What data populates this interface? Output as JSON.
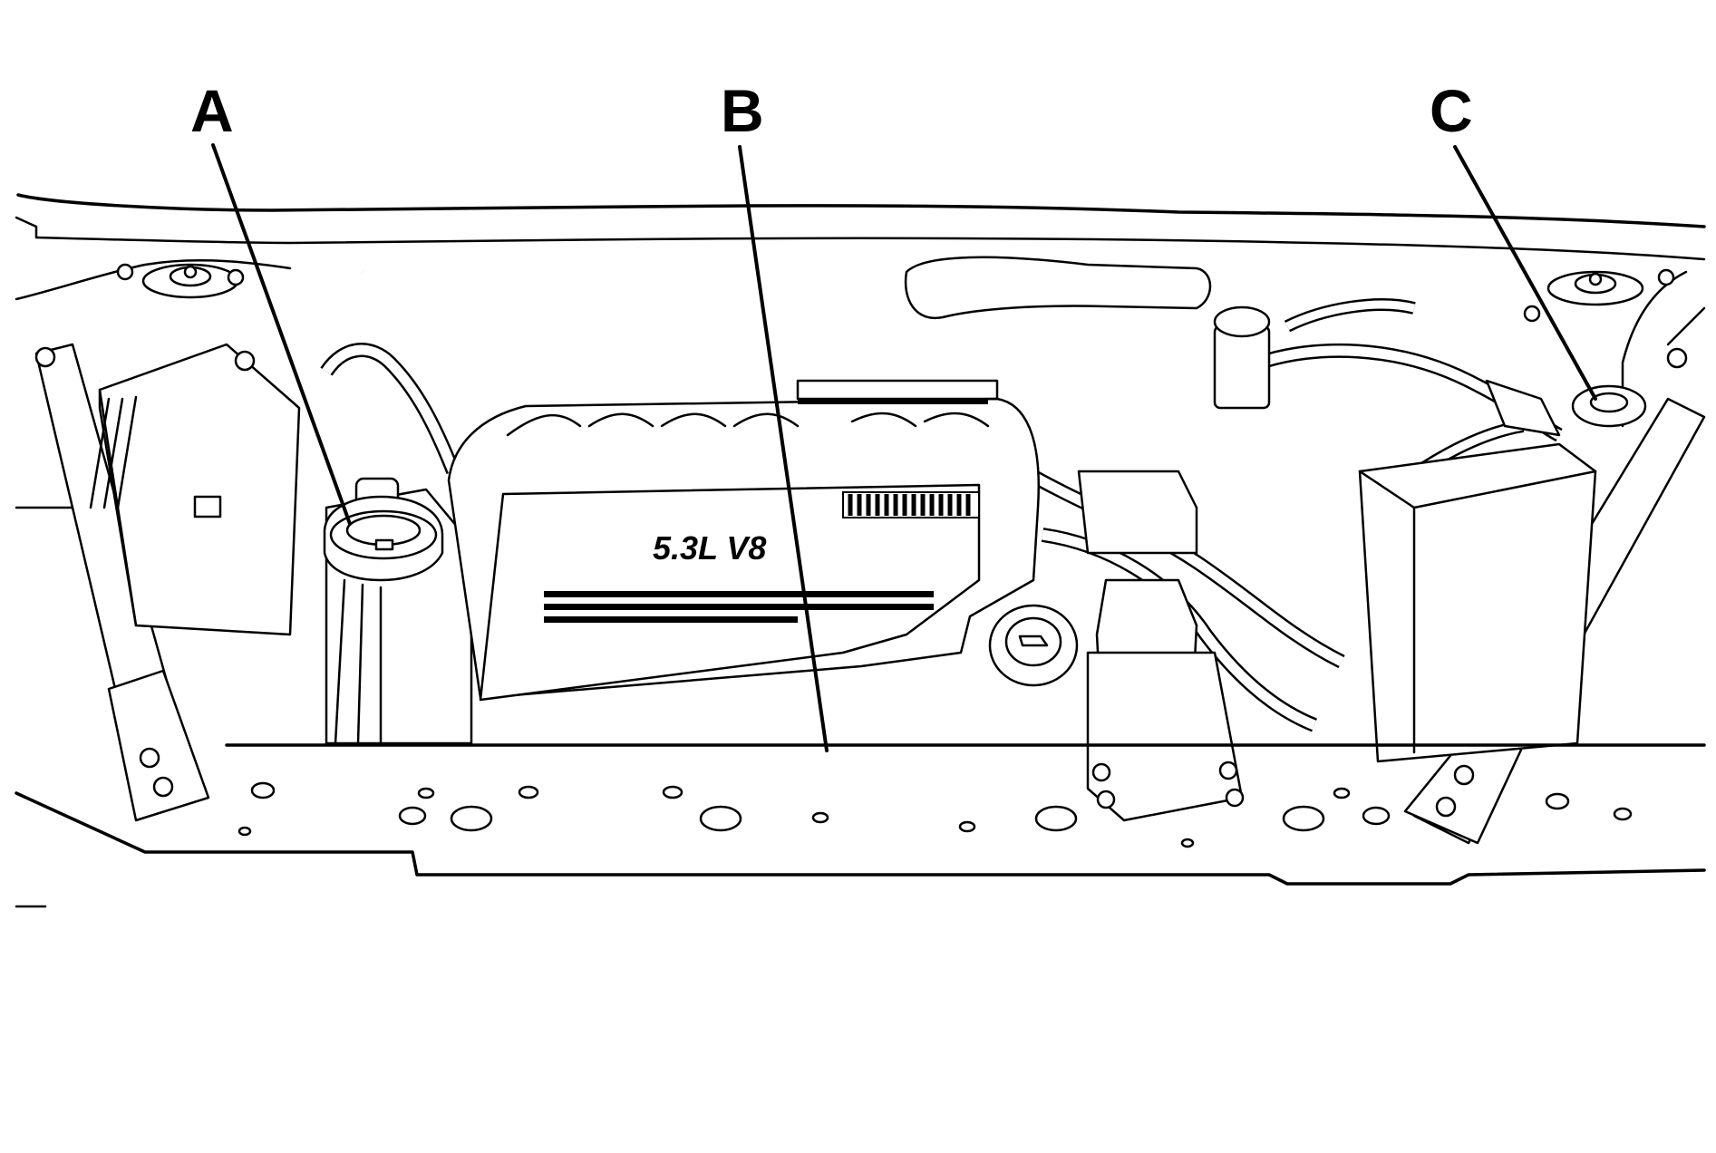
{
  "diagram": {
    "callouts": [
      {
        "id": "A",
        "label": "A"
      },
      {
        "id": "B",
        "label": "B"
      },
      {
        "id": "C",
        "label": "C"
      }
    ],
    "engine_cover_text": "5.3L V8",
    "colors": {
      "line": "#000000",
      "background": "#ffffff"
    }
  }
}
